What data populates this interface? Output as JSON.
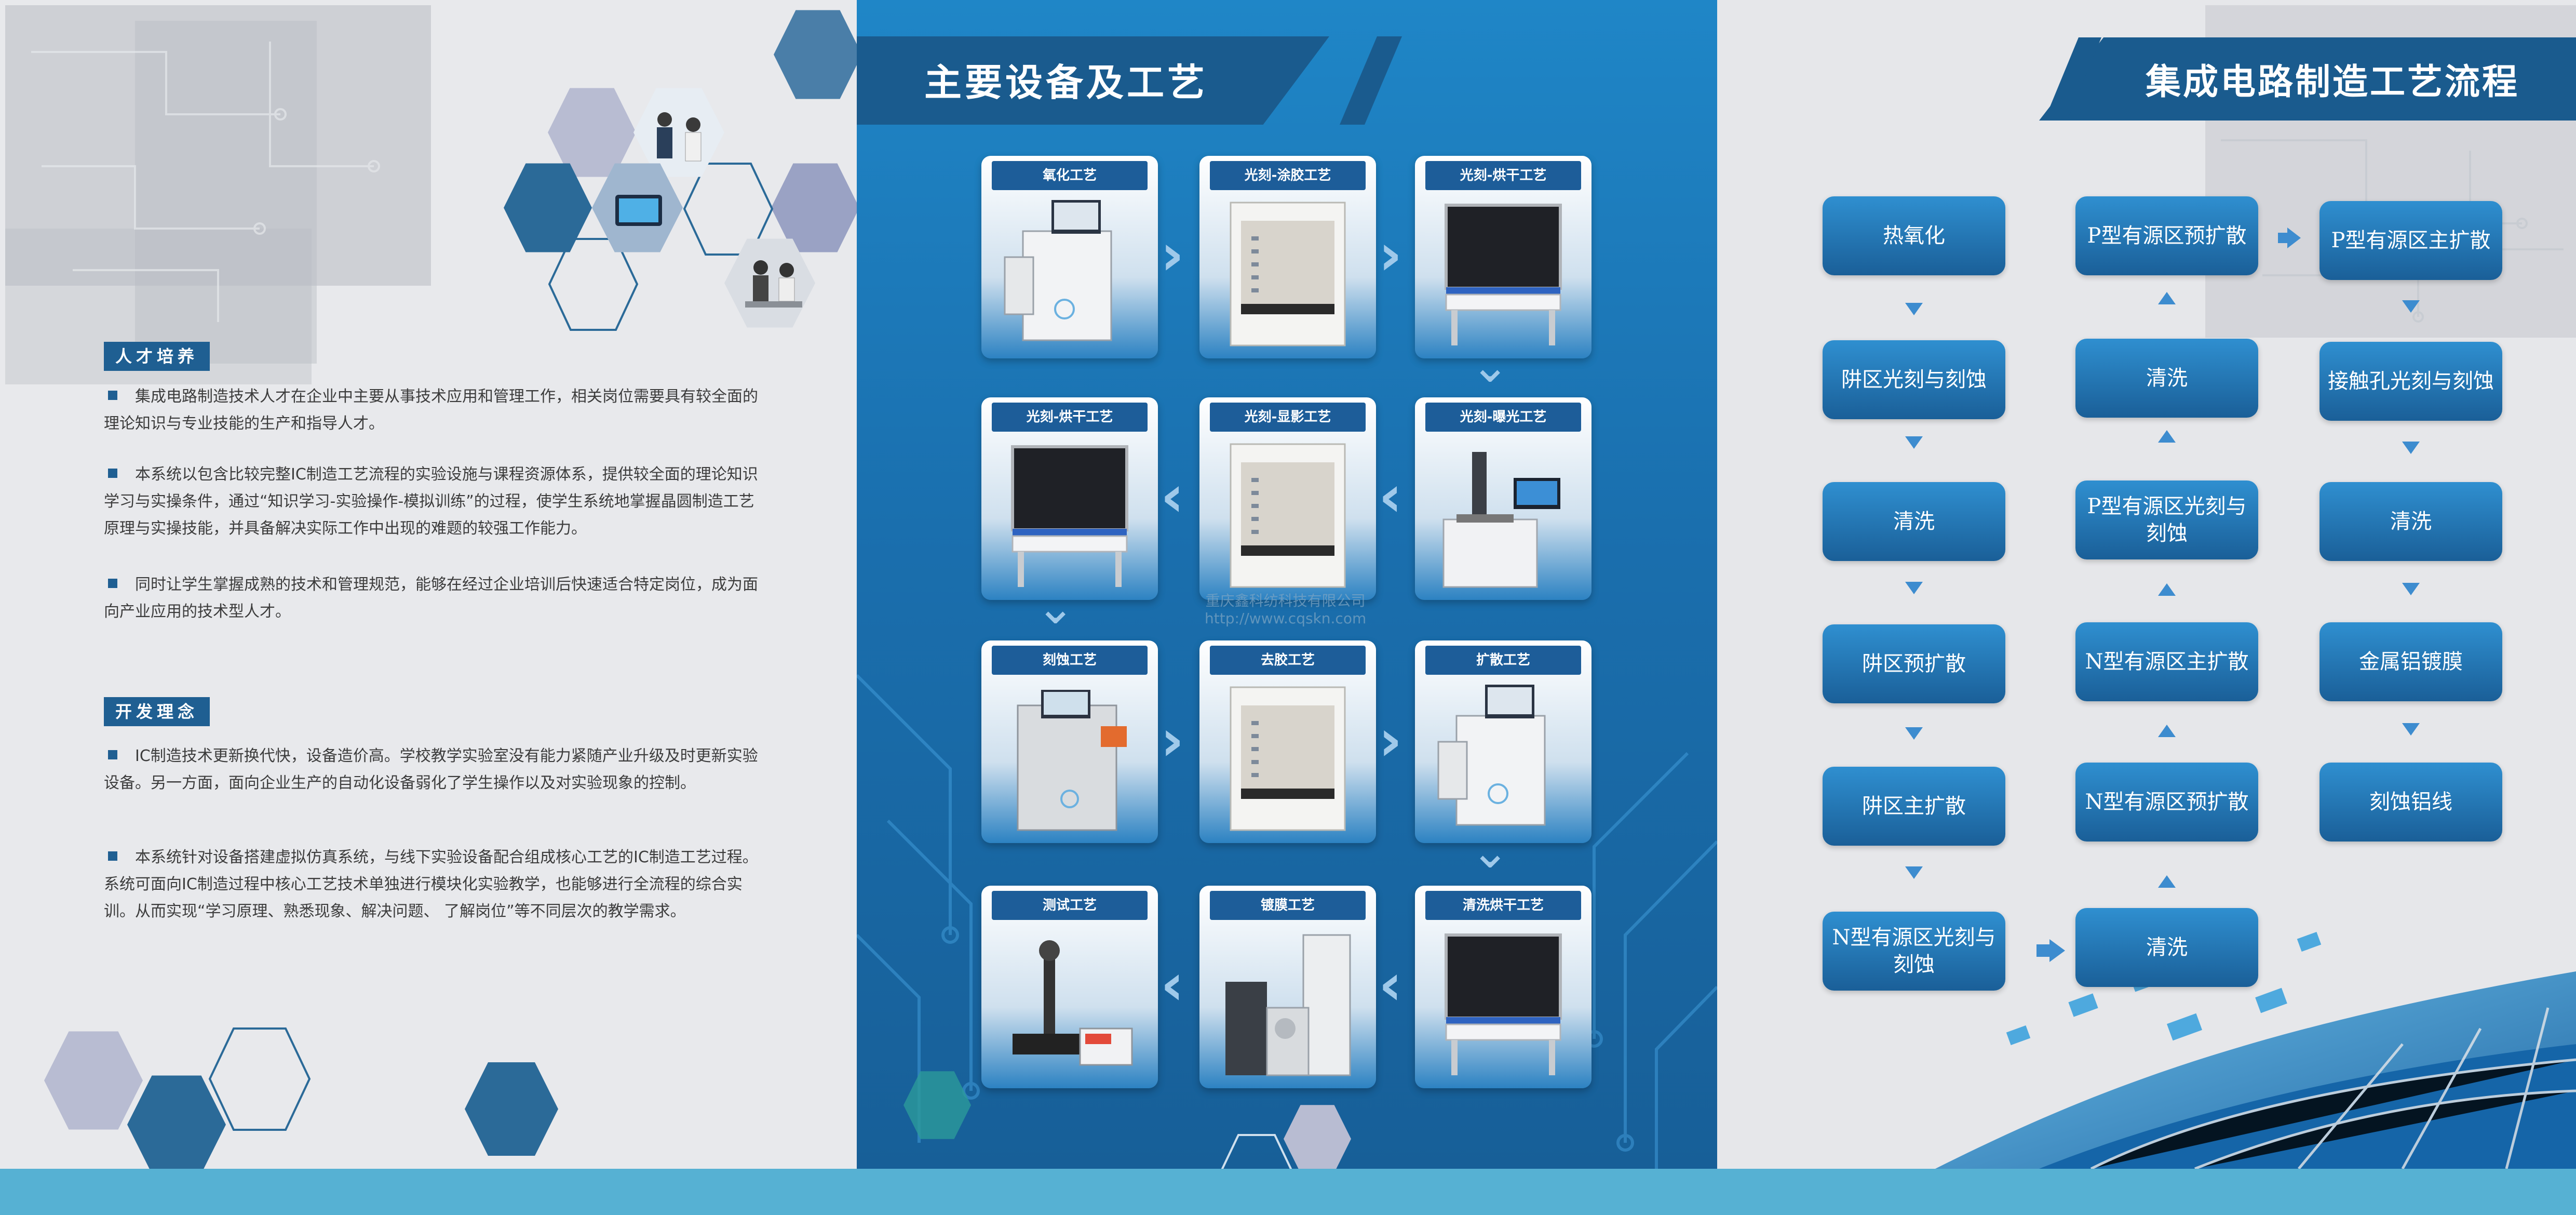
{
  "left": {
    "talent": {
      "tag": "人才培养",
      "paragraphs": [
        "集成电路制造技术人才在企业中主要从事技术应用和管理工作，相关岗位需要具有较全面的理论知识与专业技能的生产和指导人才。",
        "本系统以包含比较完整IC制造工艺流程的实验设施与课程资源体系，提供较全面的理论知识学习与实操条件，通过“知识学习-实验操作-模拟训练”的过程，使学生系统地掌握晶圆制造工艺原理与实操技能，并具备解决实际工作中出现的难题的较强工作能力。",
        "同时让学生掌握成熟的技术和管理规范，能够在经过企业培训后快速适合特定岗位，成为面向产业应用的技术型人才。"
      ]
    },
    "concept": {
      "tag": "开发理念",
      "paragraphs": [
        "IC制造技术更新换代快，设备造价高。学校教学实验室没有能力紧随产业升级及时更新实验设备。另一方面，面向企业生产的自动化设备弱化了学生操作以及对实验现象的控制。",
        "本系统针对设备搭建虚拟仿真系统，与线下实验设备配合组成核心工艺的IC制造工艺过程。系统可面向IC制造过程中核心工艺技术单独进行模块化实验教学，也能够进行全流程的综合实训。从而实现“学习原理、熟悉现象、解决问题、 了解岗位”等不同层次的教学需求。"
      ]
    }
  },
  "middle": {
    "title": "主要设备及工艺",
    "cards": [
      {
        "label": "氧化工艺",
        "machine": "furnace"
      },
      {
        "label": "光刻-涂胶工艺",
        "machine": "hood"
      },
      {
        "label": "光刻-烘干工艺",
        "machine": "oven"
      },
      {
        "label": "光刻-烘干工艺",
        "machine": "oven"
      },
      {
        "label": "光刻-显影工艺",
        "machine": "hood"
      },
      {
        "label": "光刻-曝光工艺",
        "machine": "aligner"
      },
      {
        "label": "刻蚀工艺",
        "machine": "etcher"
      },
      {
        "label": "去胶工艺",
        "machine": "hood"
      },
      {
        "label": "扩散工艺",
        "machine": "furnace"
      },
      {
        "label": "测试工艺",
        "machine": "probe"
      },
      {
        "label": "镀膜工艺",
        "machine": "coater"
      },
      {
        "label": "清洗烘干工艺",
        "machine": "oven"
      }
    ],
    "watermark_line1": "重庆鑫科纺科技有限公司",
    "watermark_line2": "http://www.cqskn.com"
  },
  "right": {
    "title": "集成电路制造工艺流程",
    "steps": {
      "c1": [
        "热氧化",
        "阱区光刻与刻蚀",
        "清洗",
        "阱区预扩散",
        "阱区主扩散",
        "N型有源区光刻与刻蚀"
      ],
      "c2": [
        "P型有源区预扩散",
        "清洗",
        "P型有源区光刻与刻蚀",
        "N型有源区主扩散",
        "N型有源区预扩散",
        "清洗"
      ],
      "c3": [
        "P型有源区主扩散",
        "接触孔光刻与刻蚀",
        "清洗",
        "金属铝镀膜",
        "刻蚀铝线"
      ]
    }
  },
  "colors": {
    "navy": "#1a5b8e",
    "blue": "#1f86c7",
    "cyan_band": "#56b1d3",
    "tag_blue": "#1f5f92"
  }
}
